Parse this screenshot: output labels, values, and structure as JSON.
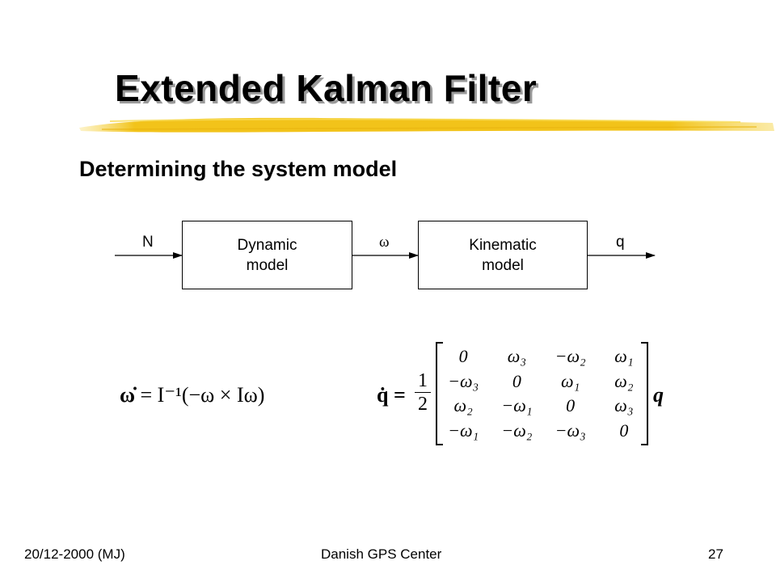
{
  "slide": {
    "title": "Extended Kalman Filter",
    "subtitle": "Determining the system model"
  },
  "diagram": {
    "input_signal": "N",
    "middle_signal": "ω",
    "output_signal": "q",
    "block1": "Dynamic\nmodel",
    "block2": "Kinematic\nmodel"
  },
  "equations": {
    "omega_dot": {
      "lhs": "ω̇",
      "rhs": "= I⁻¹(−ω × Iω)"
    },
    "q_dot": {
      "lhs": "q̇ =",
      "fraction_num": "1",
      "fraction_den": "2",
      "matrix": [
        [
          "0",
          "ω₃",
          "−ω₂",
          "ω₁"
        ],
        [
          "−ω₃",
          "0",
          "ω₁",
          "ω₂"
        ],
        [
          "ω₂",
          "−ω₁",
          "0",
          "ω₃"
        ],
        [
          "−ω₁",
          "−ω₂",
          "−ω₃",
          "0"
        ]
      ],
      "rhs_vector": "q"
    }
  },
  "footer": {
    "left": "20/12-2000 (MJ)",
    "center": "Danish GPS Center",
    "page": "27"
  },
  "colors": {
    "accent_stroke": "#f2c31a",
    "accent_light": "#f8dc58",
    "title_shadow": "#9a9a9a"
  }
}
